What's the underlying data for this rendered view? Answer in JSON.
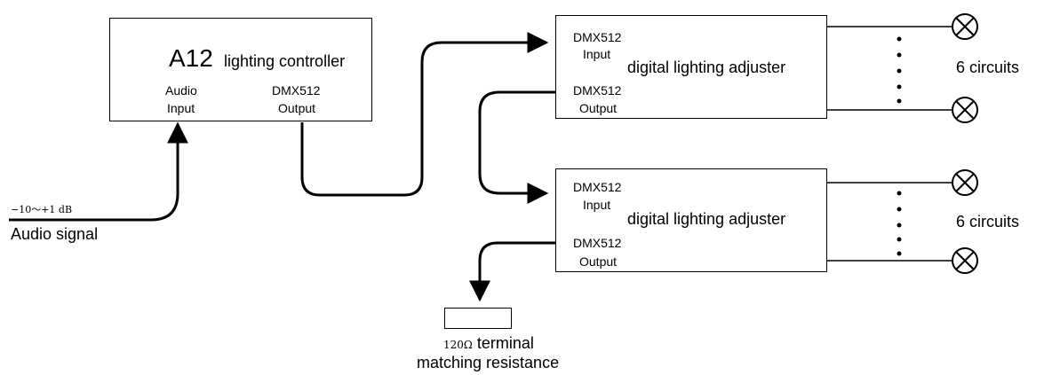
{
  "controller": {
    "model": "A12",
    "title": "lighting controller",
    "audio_input_line1": "Audio",
    "audio_input_line2": "Input",
    "dmx_output_line1": "DMX512",
    "dmx_output_line2": "Output"
  },
  "adjuster_top": {
    "title": "digital lighting adjuster",
    "dmx_input_line1": "DMX512",
    "dmx_input_line2": "Input",
    "dmx_output_line1": "DMX512",
    "dmx_output_line2": "Output",
    "circuits_label": "6 circuits"
  },
  "adjuster_bottom": {
    "title": "digital lighting adjuster",
    "dmx_input_line1": "DMX512",
    "dmx_input_line2": "Input",
    "dmx_output_line1": "DMX512",
    "dmx_output_line2": "Output",
    "circuits_label": "6 circuits"
  },
  "audio_signal": {
    "level": "−10〜+1 dB",
    "label": "Audio signal"
  },
  "terminal": {
    "line1_prefix": "120Ω",
    "line1_rest": "terminal",
    "line2": "matching resistance"
  },
  "icons": {
    "lamp": "lamp-icon",
    "continuation": "vertical-ellipsis-icon"
  },
  "colors": {
    "line": "#000000",
    "background": "#ffffff"
  }
}
